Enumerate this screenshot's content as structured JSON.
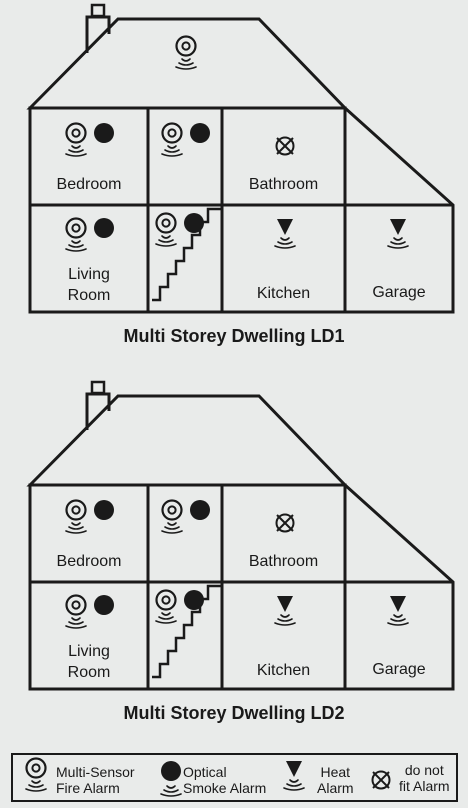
{
  "houses": [
    {
      "caption": "Multi Storey Dwelling LD1",
      "rooms": {
        "bedroom": "Bedroom",
        "bathroom": "Bathroom",
        "living_line1": "Living",
        "living_line2": "Room",
        "kitchen": "Kitchen",
        "garage": "Garage"
      },
      "alarms": {
        "loft": [
          "multi-sensor"
        ],
        "bedroom": [
          "multi-sensor",
          "optical"
        ],
        "landing": [
          "multi-sensor",
          "optical"
        ],
        "bathroom": [
          "do-not-fit"
        ],
        "living_room": [
          "multi-sensor",
          "optical"
        ],
        "stairs": [
          "multi-sensor",
          "optical"
        ],
        "kitchen": [
          "heat"
        ],
        "garage": [
          "heat"
        ]
      }
    },
    {
      "caption": "Multi Storey Dwelling LD2",
      "rooms": {
        "bedroom": "Bedroom",
        "bathroom": "Bathroom",
        "living_line1": "Living",
        "living_line2": "Room",
        "kitchen": "Kitchen",
        "garage": "Garage"
      },
      "alarms": {
        "bedroom": [
          "multi-sensor",
          "optical"
        ],
        "landing": [
          "multi-sensor",
          "optical"
        ],
        "bathroom": [
          "do-not-fit"
        ],
        "living_room": [
          "multi-sensor",
          "optical"
        ],
        "stairs": [
          "multi-sensor",
          "optical"
        ],
        "kitchen": [
          "heat"
        ],
        "garage": [
          "heat"
        ]
      }
    }
  ],
  "legend": [
    {
      "icon": "multi-sensor-icon",
      "line1": "Multi-Sensor",
      "line2": "Fire Alarm"
    },
    {
      "icon": "optical-smoke-alarm-icon",
      "line1": "Optical",
      "line2": "Smoke Alarm"
    },
    {
      "icon": "heat-alarm-icon",
      "line1": "Heat",
      "line2": "Alarm"
    },
    {
      "icon": "do-not-fit-icon",
      "line1": "do not",
      "line2": "fit Alarm"
    }
  ],
  "colors": {
    "background": "#e9ebea",
    "ink": "#1a1a1a"
  }
}
